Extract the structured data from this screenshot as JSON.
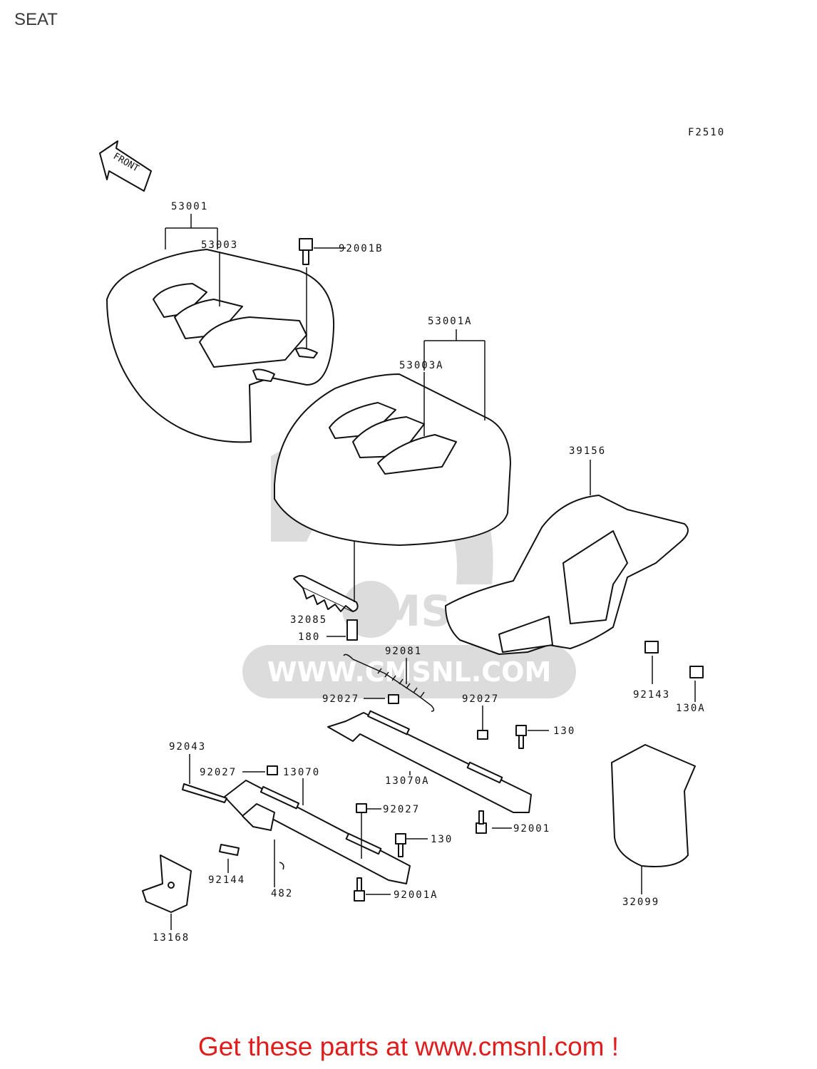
{
  "page": {
    "title": "SEAT",
    "figure_code": "F2510",
    "front_label": "FRONT",
    "footer": "Get these parts at www.cmsnl.com !"
  },
  "watermark": {
    "logo": "CMS",
    "url": "WWW.CMSNL.COM"
  },
  "callouts": [
    "53001",
    "53003",
    "92001B",
    "53001A",
    "53003A",
    "39156",
    "32085",
    "180",
    "92081",
    "92027",
    "92027",
    "92143",
    "130A",
    "130",
    "92043",
    "92027",
    "13070",
    "13070A",
    "92027",
    "92001",
    "130",
    "92144",
    "482",
    "92001A",
    "13168",
    "32099"
  ],
  "colors": {
    "footer_text": "#e01c1c",
    "watermark": "#dcdcdc",
    "line": "#111111"
  }
}
